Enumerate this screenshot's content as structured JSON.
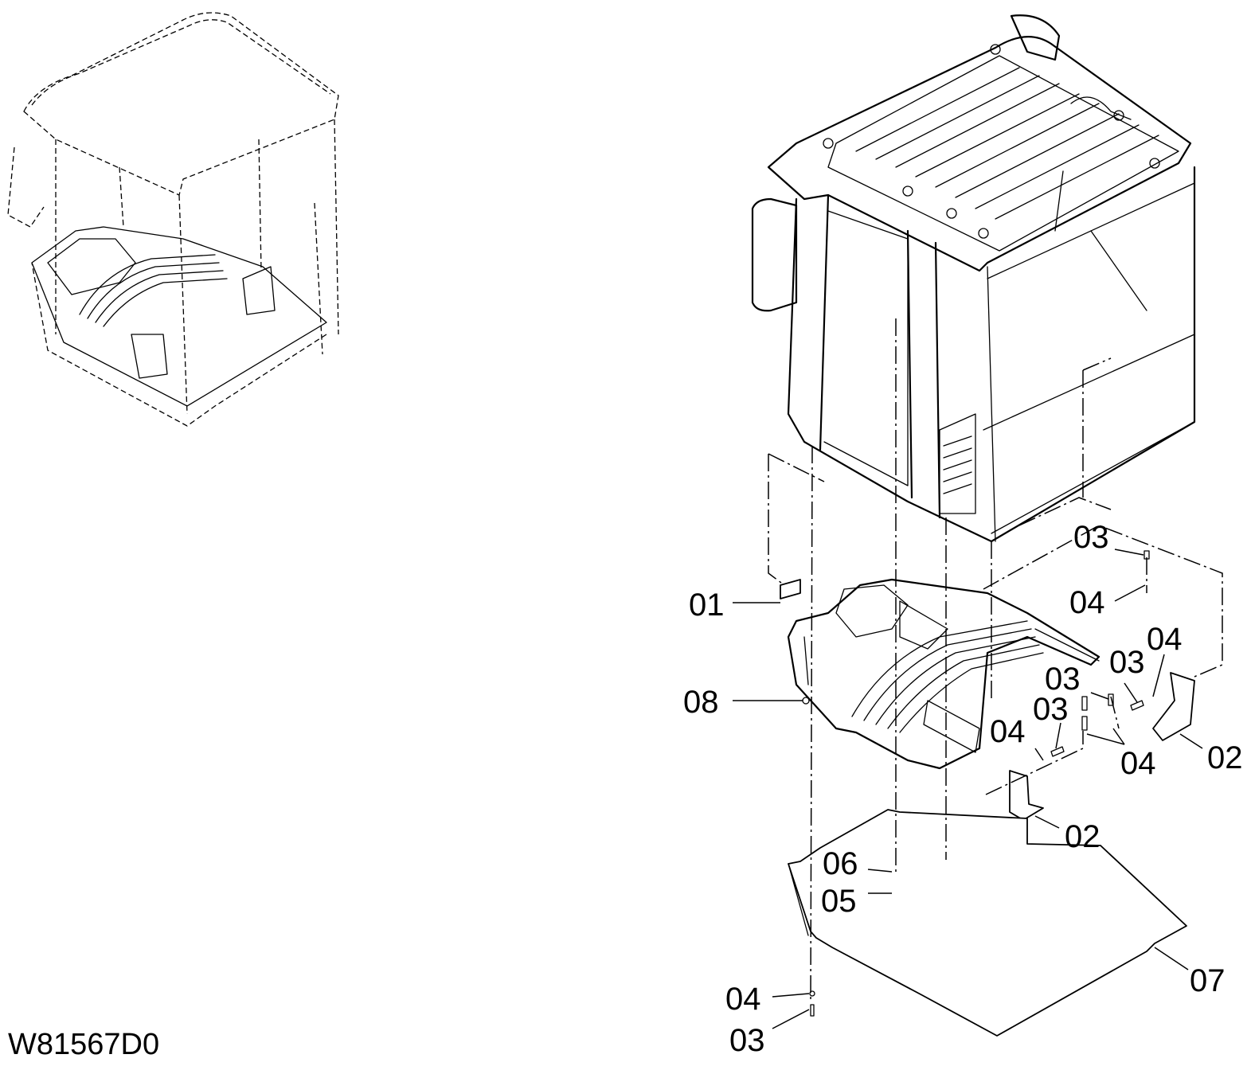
{
  "drawing_id": "W81567D0",
  "callouts": [
    {
      "id": "c01",
      "text": "01"
    },
    {
      "id": "c08",
      "text": "08"
    },
    {
      "id": "c03a",
      "text": "03"
    },
    {
      "id": "c04a",
      "text": "04"
    },
    {
      "id": "c04b",
      "text": "04"
    },
    {
      "id": "c03b",
      "text": "03"
    },
    {
      "id": "c03c",
      "text": "03"
    },
    {
      "id": "c03d",
      "text": "03"
    },
    {
      "id": "c04c",
      "text": "04"
    },
    {
      "id": "c04d",
      "text": "04"
    },
    {
      "id": "c02a",
      "text": "02"
    },
    {
      "id": "c02b",
      "text": "02"
    },
    {
      "id": "c06",
      "text": "06"
    },
    {
      "id": "c05",
      "text": "05"
    },
    {
      "id": "c07",
      "text": "07"
    },
    {
      "id": "c04e",
      "text": "04"
    },
    {
      "id": "c03e",
      "text": "03"
    }
  ]
}
